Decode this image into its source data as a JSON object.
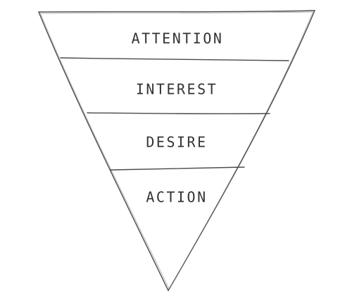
{
  "funnel": {
    "stages": [
      {
        "label": "ATTENTION"
      },
      {
        "label": "INTEREST"
      },
      {
        "label": "DESIRE"
      },
      {
        "label": "ACTION"
      }
    ],
    "colors": {
      "ink": "#4a4a4a",
      "text": "#333333",
      "background": "#ffffff"
    }
  }
}
